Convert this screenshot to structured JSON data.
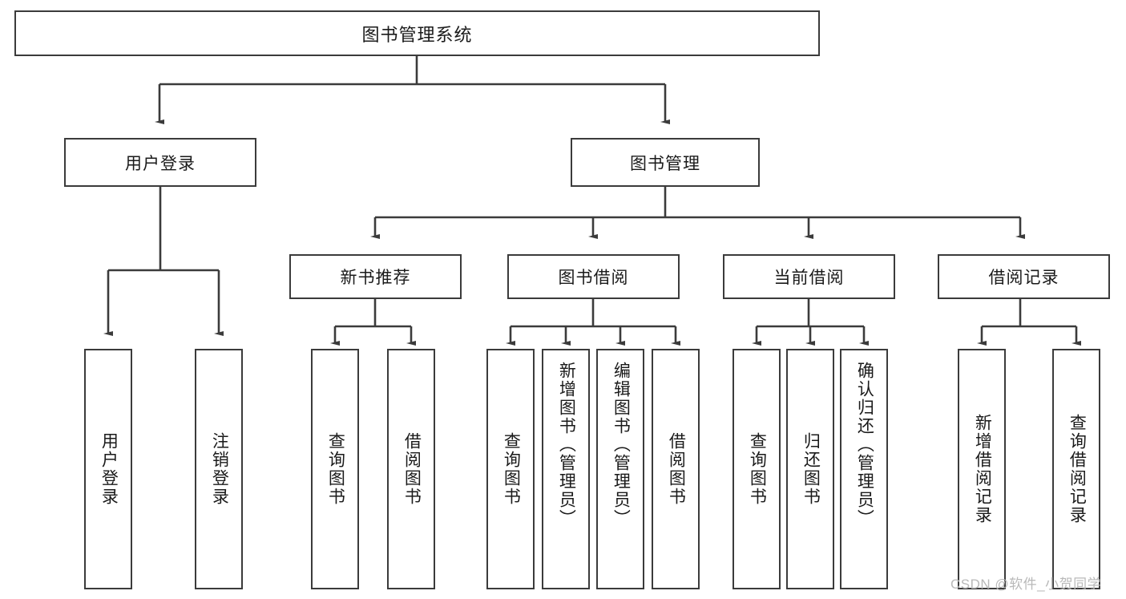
{
  "diagram": {
    "title": "图书管理系统",
    "root": {
      "label": "图书管理系统"
    },
    "tier2": [
      {
        "label": "用户登录"
      },
      {
        "label": "图书管理"
      }
    ],
    "tier3": [
      {
        "label": "新书推荐"
      },
      {
        "label": "图书借阅"
      },
      {
        "label": "当前借阅"
      },
      {
        "label": "借阅记录"
      }
    ],
    "leaves": {
      "user_login": [
        {
          "label": "用户登录"
        },
        {
          "label": "注销登录"
        }
      ],
      "new_book": [
        {
          "label": "查询图书"
        },
        {
          "label": "借阅图书"
        }
      ],
      "book_borrow": [
        {
          "label": "查询图书"
        },
        {
          "label": "新增图书（管理员）"
        },
        {
          "label": "编辑图书（管理员）"
        },
        {
          "label": "借阅图书"
        }
      ],
      "current_borrow": [
        {
          "label": "查询图书"
        },
        {
          "label": "归还图书"
        },
        {
          "label": "确认归还（管理员）"
        }
      ],
      "borrow_record": [
        {
          "label": "新增借阅记录"
        },
        {
          "label": "查询借阅记录"
        }
      ]
    }
  },
  "watermark": {
    "text": "CSDN @软件_小贺同学"
  },
  "colors": {
    "stroke": "#3b3b3b",
    "text": "#1a1a1a",
    "background": "#ffffff",
    "watermark": "#b9b9b9"
  }
}
